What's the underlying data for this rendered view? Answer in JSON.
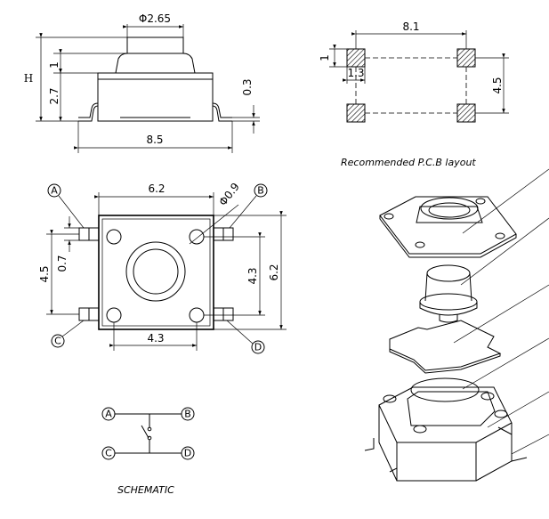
{
  "side_view": {
    "dia_top": "Φ2.65",
    "h_label": "H",
    "dim_1": "1",
    "dim_2_7": "2.7",
    "dim_0_3": "0.3",
    "width": "8.5"
  },
  "pcb_layout": {
    "width": "8.1",
    "dim_1": "1",
    "dim_1_3": "1.3",
    "height": "4.5",
    "caption": "Recommended P.C.B layout"
  },
  "top_view": {
    "width": "6.2",
    "hole": "Φ0.9",
    "pin_pitch_v": "4.5",
    "pin_w": "0.7",
    "inner_v": "4.3",
    "outer_v": "6.2",
    "inner_h": "4.3"
  },
  "pins": {
    "a": "A",
    "b": "B",
    "c": "C",
    "d": "D"
  },
  "schematic": {
    "caption": "SCHEMATIC"
  }
}
